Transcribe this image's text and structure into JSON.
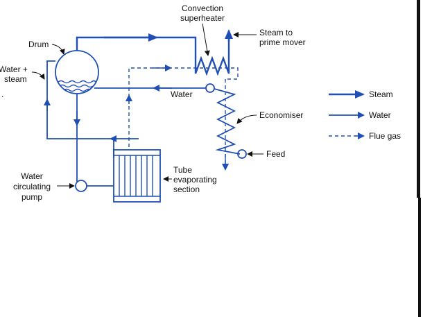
{
  "colors": {
    "line": "#1f4fb4",
    "text": "#111111",
    "water_fill": "#1f4fb4"
  },
  "labels": {
    "superheater_line1": "Convection",
    "superheater_line2": "superheater",
    "steam_to_line1": "Steam to",
    "steam_to_line2": "prime mover",
    "drum": "Drum",
    "water_steam_line1": "Water +",
    "water_steam_line2": "steam",
    "water": "Water",
    "economiser": "Economiser",
    "feed": "Feed",
    "pump_line1": "Water",
    "pump_line2": "circulating",
    "pump_line3": "pump",
    "tube_line1": "Tube",
    "tube_line2": "evaporating",
    "tube_line3": "section"
  },
  "legend": {
    "steam": "Steam",
    "water": "Water",
    "flue_gas": "Flue gas"
  }
}
